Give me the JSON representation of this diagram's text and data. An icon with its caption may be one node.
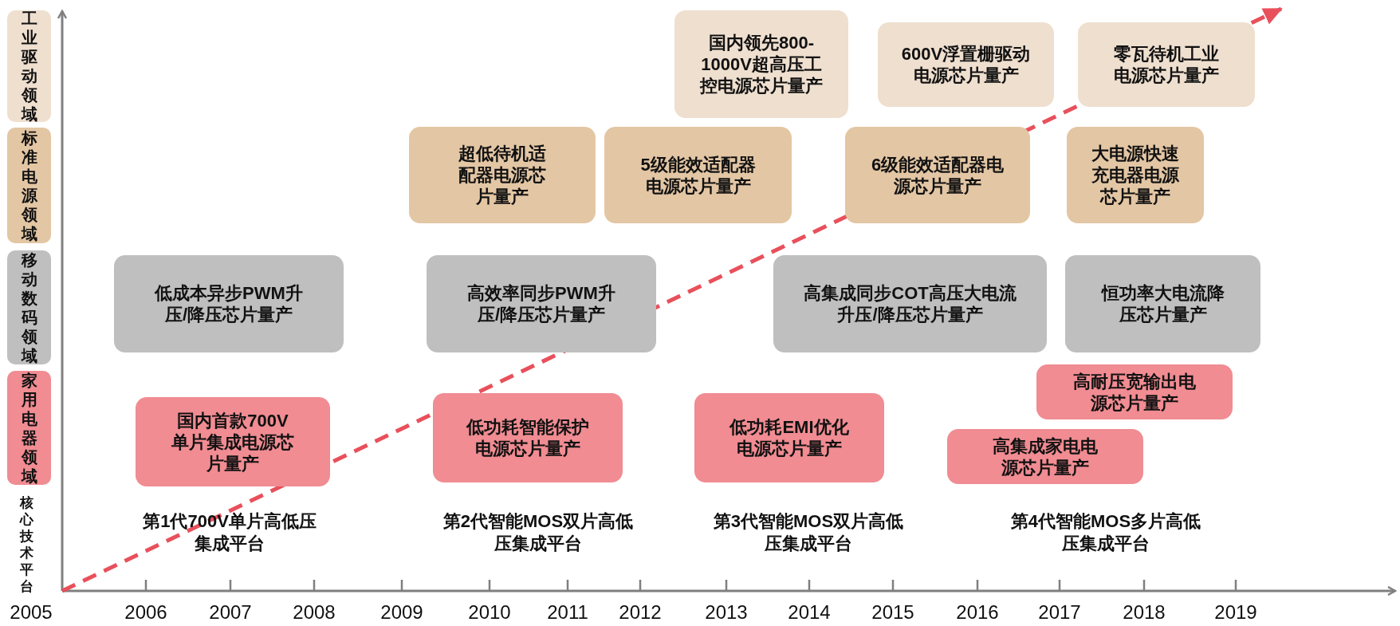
{
  "diagram": {
    "nodes": [
      {
        "text": [
          "工业驱动领域"
        ]
      },
      {
        "text": [
          "标准电源领域"
        ]
      },
      {
        "text": [
          "移动数码领域"
        ]
      },
      {
        "text": [
          "家用电器领域"
        ]
      },
      {
        "text": [
          "国内领先800-1000V超高压工控电源芯片量产"
        ]
      },
      {
        "text": [
          "600V浮置栅驱动电源芯片量产"
        ]
      },
      {
        "text": [
          "零瓦待机工业电源芯片量产"
        ]
      },
      {
        "text": [
          "超低待机适配器电源芯片量产"
        ]
      },
      {
        "text": [
          "5级能效适配器电源芯片量产"
        ]
      },
      {
        "text": [
          "6级能效适配器电源芯片量产"
        ]
      },
      {
        "text": [
          "大电源快速充电器电源芯片量产"
        ]
      },
      {
        "text": [
          "低成本异步PWM升压/降压芯片量产"
        ]
      },
      {
        "text": [
          "高效率同步PWM升压/降压芯片量产"
        ]
      },
      {
        "text": [
          "高集成同步COT高压大电流升压/降压芯片量产"
        ]
      },
      {
        "text": [
          "恒功率大电流降压芯片量产"
        ]
      },
      {
        "text": [
          "国内首款700V单片集成电源芯片量产"
        ]
      },
      {
        "text": [
          "低功耗智能保护电源芯片量产"
        ]
      },
      {
        "text": [
          "低功耗EMI优化电源芯片量产"
        ]
      },
      {
        "text": [
          "高耐压宽输出电源芯片量产"
        ]
      },
      {
        "text": [
          "高集成家电电源芯片量产"
        ]
      }
    ],
    "labels": [
      "核心技术平台",
      "第1代700V单片高低压集成平台",
      "第2代智能MOS双片高低压集成平台",
      "第3代智能MOS双片高低压集成平台",
      "第4代智能MOS多片高低压集成平台",
      "2005",
      "2006",
      "2007",
      "2008",
      "2009",
      "2010",
      "2011",
      "2012",
      "2013",
      "2014",
      "2015",
      "2016",
      "2017",
      "2018",
      "2019"
    ]
  }
}
